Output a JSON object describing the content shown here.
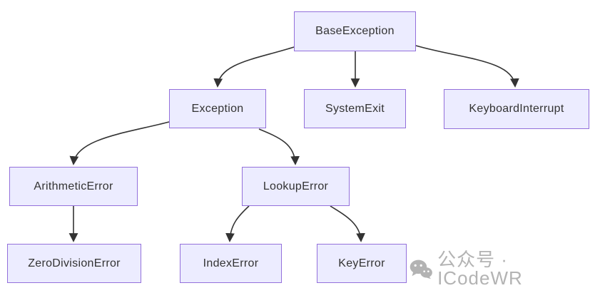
{
  "diagram": {
    "type": "flowchart",
    "direction": "top-down",
    "nodes": [
      {
        "id": "BaseException",
        "label": "BaseException"
      },
      {
        "id": "Exception",
        "label": "Exception"
      },
      {
        "id": "SystemExit",
        "label": "SystemExit"
      },
      {
        "id": "KeyboardInterrupt",
        "label": "KeyboardInterrupt"
      },
      {
        "id": "ArithmeticError",
        "label": "ArithmeticError"
      },
      {
        "id": "LookupError",
        "label": "LookupError"
      },
      {
        "id": "ZeroDivisionError",
        "label": "ZeroDivisionError"
      },
      {
        "id": "IndexError",
        "label": "IndexError"
      },
      {
        "id": "KeyError",
        "label": "KeyError"
      }
    ],
    "edges": [
      {
        "from": "BaseException",
        "to": "Exception"
      },
      {
        "from": "BaseException",
        "to": "SystemExit"
      },
      {
        "from": "BaseException",
        "to": "KeyboardInterrupt"
      },
      {
        "from": "Exception",
        "to": "ArithmeticError"
      },
      {
        "from": "Exception",
        "to": "LookupError"
      },
      {
        "from": "ArithmeticError",
        "to": "ZeroDivisionError"
      },
      {
        "from": "LookupError",
        "to": "IndexError"
      },
      {
        "from": "LookupError",
        "to": "KeyError"
      }
    ],
    "colors": {
      "node_fill": "#ECECFF",
      "node_border": "#9370DB",
      "edge": "#333333",
      "text": "#333333"
    }
  },
  "watermark": {
    "icon": "wechat-icon",
    "text": "公众号 · ICodeWR",
    "color": "#b3b3b3"
  }
}
